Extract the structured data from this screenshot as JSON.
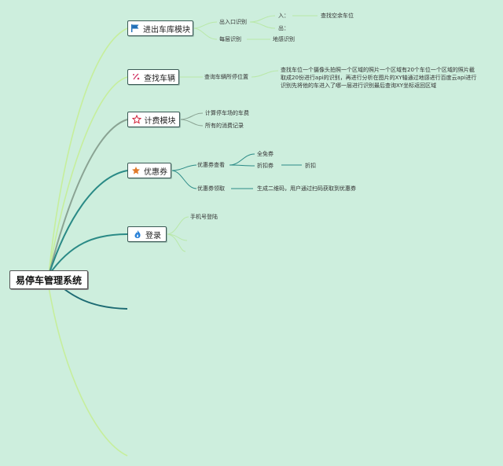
{
  "root": {
    "title": "易停车管理系统"
  },
  "branches": [
    {
      "label": "进出车库模块",
      "icon": "flag-icon",
      "children": [
        {
          "label": "出入口识别",
          "children": [
            "入：",
            "出：",
            "查找空余车位"
          ]
        },
        {
          "label": "每层识别",
          "children": [
            "地感识别"
          ]
        }
      ]
    },
    {
      "label": "查找车辆",
      "icon": "sparkle-icon",
      "children": [
        {
          "label": "查询车辆所停位置",
          "children": [
            "查找车位一个摄像头拍照一个区域的照片一个区域有20个车位一个区域的照片截取成20份进行api的识别，再进行分析在图片的XY轴通过地感进行百度云api进行识别先将他的车进入了哪一层进行识别最后查询XY坐标返回区域"
          ]
        }
      ]
    },
    {
      "label": "计费模块",
      "icon": "star-outline-icon",
      "children": [
        {
          "label": "计算停车场的车费"
        },
        {
          "label": "所有的消费记录"
        }
      ]
    },
    {
      "label": "优惠券",
      "icon": "star-filled-icon",
      "children": [
        {
          "label": "优惠券查看",
          "children": [
            "全免券",
            "折扣券",
            "折扣"
          ]
        },
        {
          "label": "优惠券领取",
          "children": [
            "生成二维码，用户通过扫码获取到优惠券"
          ]
        }
      ]
    },
    {
      "label": "登录",
      "icon": "flame-icon",
      "children": [
        {
          "label": "手机号登陆"
        }
      ]
    }
  ],
  "colors": {
    "background": "#cdeedd",
    "branch_teal": "#1f7a78",
    "branch_light": "#b9e8a8",
    "branch_mid": "#8aa89a",
    "branch_dark": "#1d6b73"
  }
}
